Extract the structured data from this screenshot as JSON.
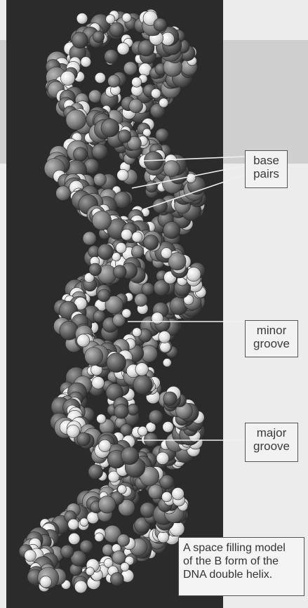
{
  "labels": {
    "base_pairs": {
      "line1": "base",
      "line2": "pairs"
    },
    "minor_groove": {
      "line1": "minor",
      "line2": "groove"
    },
    "major_groove": {
      "line1": "major",
      "line2": "groove"
    }
  },
  "caption": {
    "line1": "A space filling model",
    "line2": "of the B form of the",
    "line3": "DNA double helix."
  },
  "colors": {
    "background_dark": "#2b2b2b",
    "page_light": "#ececec",
    "grey_band": "#cfcfcf",
    "atom_dark": "#5a5a5a",
    "atom_light": "#e6e6e6",
    "leader_line": "#f0f0f0"
  }
}
